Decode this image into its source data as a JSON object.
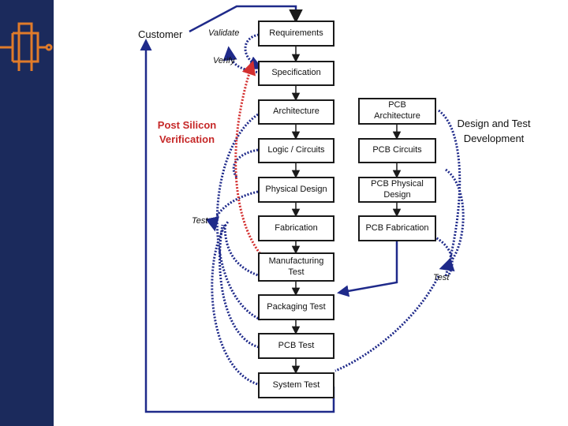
{
  "labels": {
    "customer": "Customer",
    "validate": "Validate",
    "verify": "Verify",
    "post_silicon_line1": "Post Silicon",
    "post_silicon_line2": "Verification",
    "test_left": "Test",
    "test_right": "Test",
    "design_test_line1": "Design and Test",
    "design_test_line2": "Development"
  },
  "boxes": {
    "requirements": "Requirements",
    "specification": "Specification",
    "architecture": "Architecture",
    "logic_circuits": "Logic / Circuits",
    "physical_design": "Physical Design",
    "fabrication": "Fabrication",
    "manufacturing_test_line1": "Manufacturing",
    "manufacturing_test_line2": "Test",
    "packaging_test": "Packaging Test",
    "pcb_test": "PCB Test",
    "system_test": "System Test",
    "pcb_architecture_line1": "PCB",
    "pcb_architecture_line2": "Architecture",
    "pcb_circuits": "PCB Circuits",
    "pcb_physical_design_line1": "PCB Physical",
    "pcb_physical_design_line2": "Design",
    "pcb_fabrication": "PCB Fabrication"
  },
  "colors": {
    "sidebar": "#1b2a5c",
    "logo": "#e07b2a",
    "arrow_blue": "#1f2a8a",
    "arrow_red": "#d32f2f",
    "flow_line": "#1a1a1a"
  },
  "icons": {
    "logo": "chip-logo-icon"
  }
}
